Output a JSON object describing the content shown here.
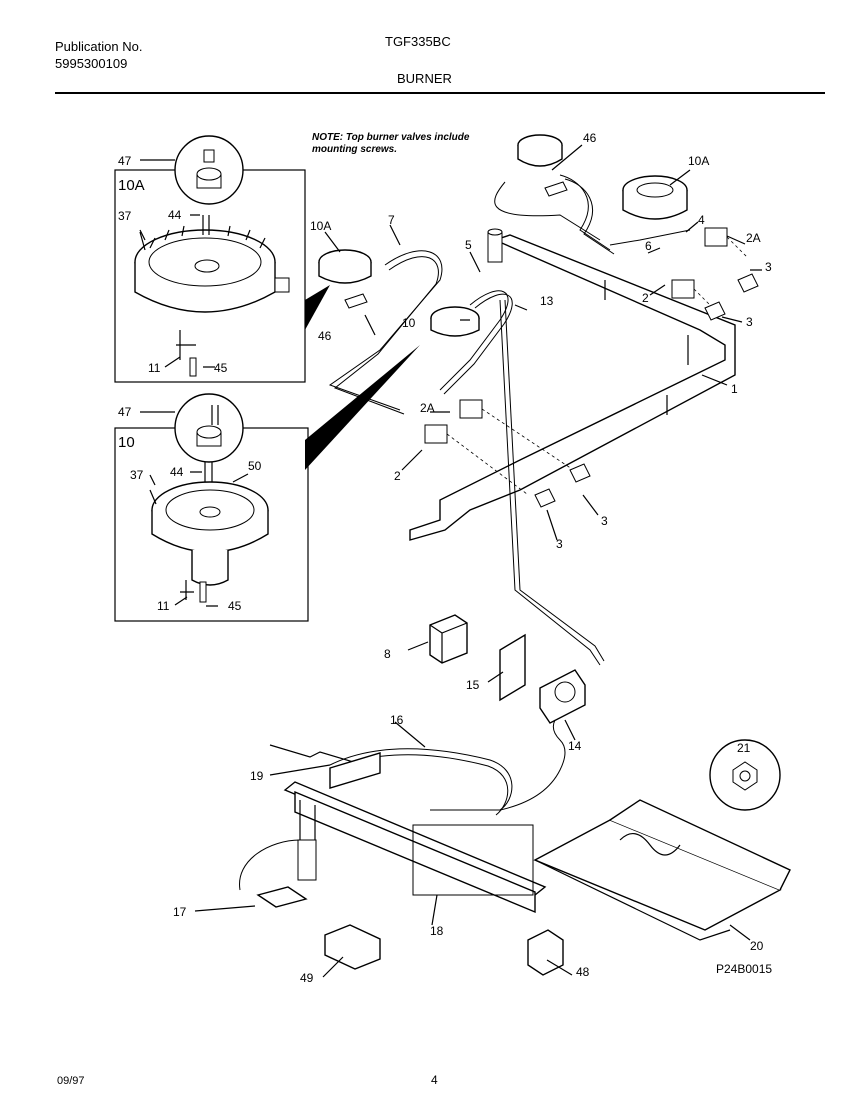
{
  "header": {
    "publication_label": "Publication No.",
    "publication_number": "5995300109",
    "model": "TGF335BC",
    "section": "BURNER"
  },
  "note": "NOTE: Top burner valves include mounting screws.",
  "callouts": {
    "c47a": "47",
    "c10A_box": "10A",
    "c37a": "37",
    "c44a": "44",
    "c11a": "11",
    "c45a": "45",
    "c47b": "47",
    "c10_box": "10",
    "c37b": "37",
    "c44b": "44",
    "c50": "50",
    "c11b": "11",
    "c45b": "45",
    "c10A_l": "10A",
    "c7": "7",
    "c5": "5",
    "c46a": "46",
    "c10": "10",
    "c13": "13",
    "c46b": "46",
    "c10A_r": "10A",
    "c4": "4",
    "c6": "6",
    "c2A_r": "2A",
    "c3a": "3",
    "c2_r": "2",
    "c3b": "3",
    "c1": "1",
    "c2A_l": "2A",
    "c2_l": "2",
    "c3c": "3",
    "c3d": "3",
    "c8": "8",
    "c15": "15",
    "c14": "14",
    "c16": "16",
    "c19": "19",
    "c21": "21",
    "c17": "17",
    "c18": "18",
    "c20": "20",
    "c49": "49",
    "c48": "48"
  },
  "figure_code": "P24B0015",
  "footer": {
    "date": "09/97",
    "page": "4"
  }
}
